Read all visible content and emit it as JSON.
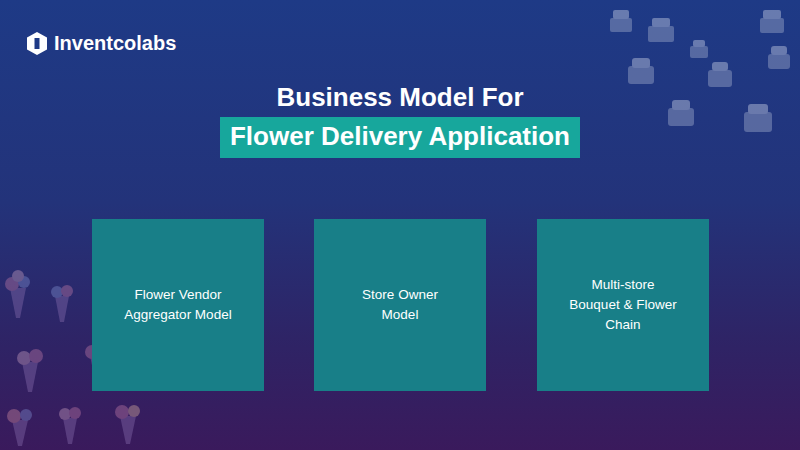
{
  "diagram": {
    "title": "Business Model For",
    "nodes": [
      {
        "text": [
          "Flower Vendor Aggregator Model"
        ]
      },
      {
        "text": [
          "Store Owner Model"
        ]
      },
      {
        "text": [
          "Multi-store Bouquet & Flower Chain"
        ]
      }
    ],
    "labels": [
      "Inventcolabs",
      "Flower Delivery Application"
    ]
  }
}
